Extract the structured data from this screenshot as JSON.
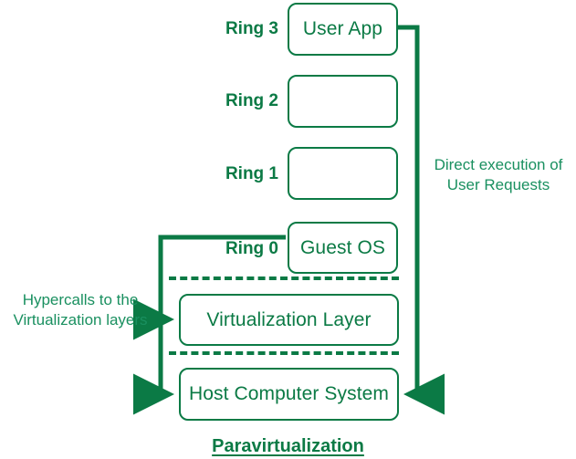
{
  "diagram": {
    "title": "Paravirtualization",
    "accent_color": "#0b7a45",
    "rings": [
      {
        "label": "Ring 3",
        "box_label": "User App"
      },
      {
        "label": "Ring 2",
        "box_label": ""
      },
      {
        "label": "Ring 1",
        "box_label": ""
      },
      {
        "label": "Ring 0",
        "box_label": "Guest OS"
      }
    ],
    "layers": [
      {
        "label": "Virtualization Layer"
      },
      {
        "label": "Host Computer System"
      }
    ],
    "annotations": {
      "left": "Hypercalls to the\nVirtualization layers",
      "right": "Direct execution of\nUser Requests"
    }
  }
}
